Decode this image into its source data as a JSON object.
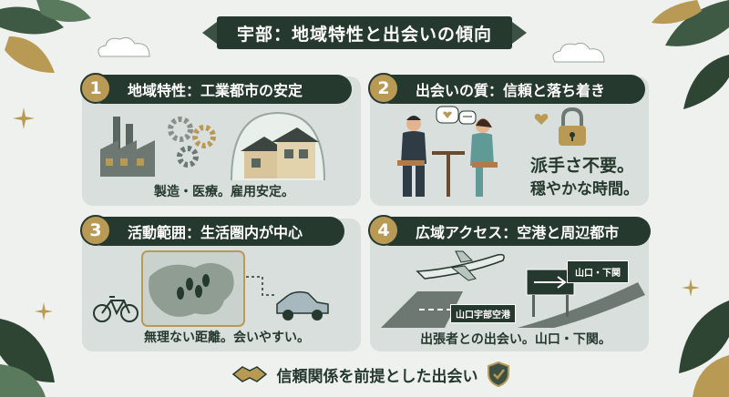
{
  "header": {
    "title": "宇部：地域特性と出会いの傾向"
  },
  "cards": [
    {
      "number": "1",
      "title": "地域特性：工業都市の安定",
      "caption": "製造・医療。雇用安定。"
    },
    {
      "number": "2",
      "title": "出会いの質：信頼と落ち着き",
      "text_line1": "派手さ不要。",
      "text_line2": "穏やかな時間。"
    },
    {
      "number": "3",
      "title": "活動範囲：生活圏内が中心",
      "caption": "無理ない距離。会いやすい。"
    },
    {
      "number": "4",
      "title": "広域アクセス：空港と周辺都市",
      "airport_sign": "山口宇部空港",
      "road_sign": "山口・下関",
      "caption": "出張者との出会い。山口・下関。"
    }
  ],
  "footer": {
    "text": "信頼関係を前提とした出会い"
  },
  "icons": [
    "leaf-icon",
    "factory-icon",
    "gear-icon",
    "house-icon",
    "couple-icon",
    "heart-icon",
    "chat-icon",
    "lock-icon",
    "bicycle-icon",
    "map-icon",
    "footprints-icon",
    "car-icon",
    "airplane-icon",
    "runway-icon",
    "arrow-sign-icon",
    "handshake-icon",
    "shield-check-icon"
  ],
  "colors": {
    "dark": "#26392f",
    "gold": "#b89a55",
    "card": "#d9dfdc",
    "background": "#eef1ee"
  }
}
